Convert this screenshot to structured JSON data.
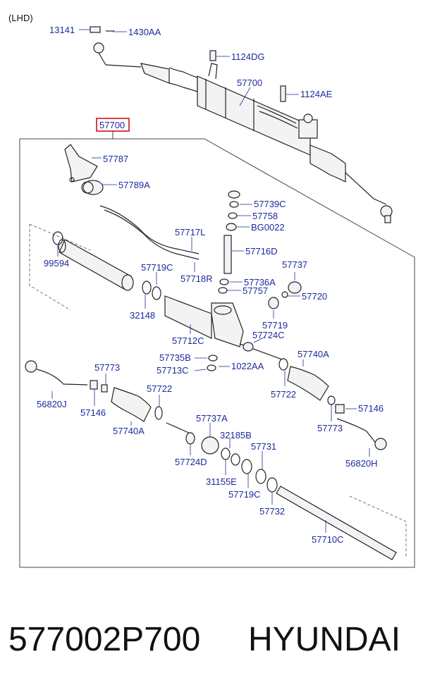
{
  "diagram": {
    "variant": "(LHD)",
    "highlight": "57700",
    "callouts": [
      {
        "id": "c13141",
        "text": "13141"
      },
      {
        "id": "c1430AA",
        "text": "1430AA"
      },
      {
        "id": "c1124DG",
        "text": "1124DG"
      },
      {
        "id": "c57700top",
        "text": "57700"
      },
      {
        "id": "c1124AE",
        "text": "1124AE"
      },
      {
        "id": "c57787",
        "text": "57787"
      },
      {
        "id": "c57789A",
        "text": "57789A"
      },
      {
        "id": "c57739C",
        "text": "57739C"
      },
      {
        "id": "c57758",
        "text": "57758"
      },
      {
        "id": "cBG0022",
        "text": "BG0022"
      },
      {
        "id": "c99594",
        "text": "99594"
      },
      {
        "id": "c57717L",
        "text": "57717L"
      },
      {
        "id": "c57716D",
        "text": "57716D"
      },
      {
        "id": "c57719Ca",
        "text": "57719C"
      },
      {
        "id": "c57718R",
        "text": "57718R"
      },
      {
        "id": "c57737",
        "text": "57737"
      },
      {
        "id": "c57736A",
        "text": "57736A"
      },
      {
        "id": "c57757",
        "text": "57757"
      },
      {
        "id": "c57720",
        "text": "57720"
      },
      {
        "id": "c32148",
        "text": "32148"
      },
      {
        "id": "c57719",
        "text": "57719"
      },
      {
        "id": "c57724C",
        "text": "57724C"
      },
      {
        "id": "c57712C",
        "text": "57712C"
      },
      {
        "id": "c57740Aa",
        "text": "57740A"
      },
      {
        "id": "c57735B",
        "text": "57735B"
      },
      {
        "id": "c1022AA",
        "text": "1022AA"
      },
      {
        "id": "c57713C",
        "text": "57713C"
      },
      {
        "id": "c57773a",
        "text": "57773"
      },
      {
        "id": "c57722a",
        "text": "57722"
      },
      {
        "id": "c57722b",
        "text": "57722"
      },
      {
        "id": "c56820J",
        "text": "56820J"
      },
      {
        "id": "c57146a",
        "text": "57146"
      },
      {
        "id": "c57146b",
        "text": "57146"
      },
      {
        "id": "c57740Ab",
        "text": "57740A"
      },
      {
        "id": "c57773b",
        "text": "57773"
      },
      {
        "id": "c57737A",
        "text": "57737A"
      },
      {
        "id": "c32185B",
        "text": "32185B"
      },
      {
        "id": "c57731",
        "text": "57731"
      },
      {
        "id": "c56820H",
        "text": "56820H"
      },
      {
        "id": "c57724D",
        "text": "57724D"
      },
      {
        "id": "c31155E",
        "text": "31155E"
      },
      {
        "id": "c57719Cb",
        "text": "57719C"
      },
      {
        "id": "c57732",
        "text": "57732"
      },
      {
        "id": "c57710C",
        "text": "57710C"
      }
    ]
  },
  "footer": {
    "part_number": "577002P700",
    "brand": "HYUNDAI"
  }
}
